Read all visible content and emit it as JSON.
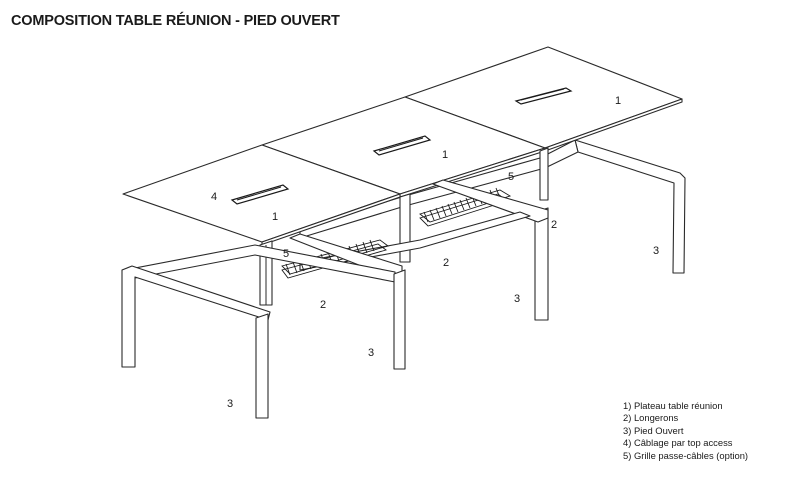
{
  "title": "COMPOSITION TABLE RÉUNION - PIED OUVERT",
  "callouts": {
    "plateau": "1",
    "longeron": "2",
    "pied": "3",
    "cablage": "4",
    "grille": "5"
  },
  "legend": [
    "1) Plateau table réunion",
    "2) Longerons",
    "3) Pied Ouvert",
    "4) Câblage par top access",
    "5) Grille passe-câbles (option)"
  ]
}
